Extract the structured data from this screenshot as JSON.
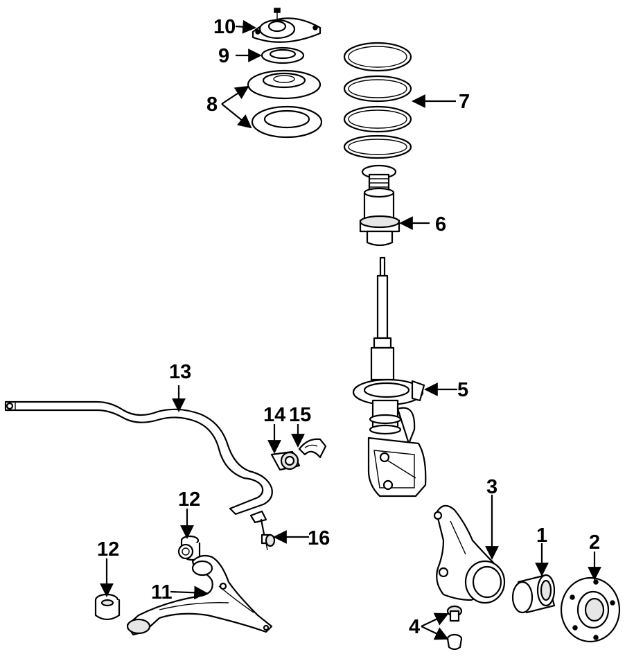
{
  "callouts": {
    "c1": "1",
    "c2": "2",
    "c3": "3",
    "c4": "4",
    "c5": "5",
    "c6": "6",
    "c7": "7",
    "c8": "8",
    "c9": "9",
    "c10": "10",
    "c11": "11",
    "c12a": "12",
    "c12b": "12",
    "c13": "13",
    "c14": "14",
    "c15": "15",
    "c16": "16"
  }
}
